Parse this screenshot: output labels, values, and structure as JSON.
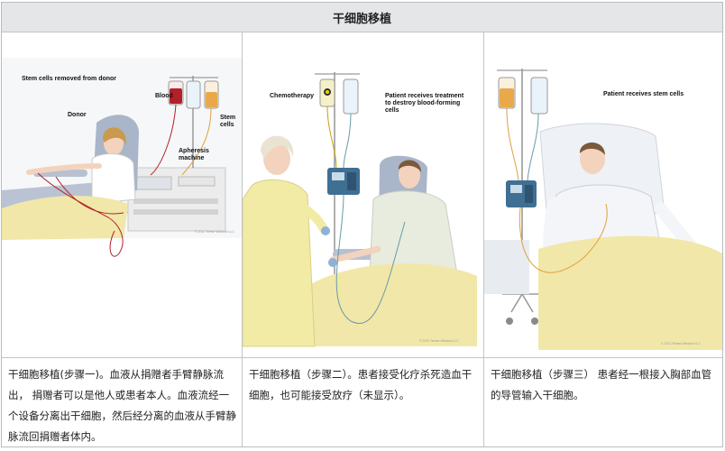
{
  "header": {
    "title": "干细胞移植"
  },
  "panels": [
    {
      "labels": {
        "top": "Stem cells removed from donor",
        "donor": "Donor",
        "blood": "Blood",
        "stem_line1": "Stem",
        "stem_line2": "cells",
        "apheresis_line1": "Apheresis",
        "apheresis_line2": "machine"
      },
      "copyright": "© 2011 Terese Winslow LLC",
      "caption": "干细胞移植(步骤一)。血液从捐赠者手臂静脉流出， 捐赠者可以是他人或患者本人。血液流经一个设备分离出干细胞，然后经分离的血液从手臂静脉流回捐赠者体内。"
    },
    {
      "labels": {
        "chemo": "Chemotherapy",
        "receives_line1": "Patient receives treatment",
        "receives_line2": "to destroy blood-forming",
        "receives_line3": "cells"
      },
      "copyright": "© 2011 Terese Winslow LLC",
      "caption": "干细胞移植（步骤二）。患者接受化疗杀死造血干细胞，也可能接受放疗（未显示）。"
    },
    {
      "labels": {
        "receives": "Patient receives stem cells"
      },
      "copyright": "© 2011 Terese Winslow LLC",
      "caption": "干细胞移植（步骤三） 患者经一根接入胸部血管的导管输入干细胞。"
    }
  ],
  "colors": {
    "header_bg": "#e5e6e7",
    "border": "#c2c4c7",
    "blanket": "#f1e7a8",
    "chair": "#a9b5c9",
    "blood": "#b3202a",
    "stem_bag": "#e9a94a",
    "pump": "#3f6f93"
  }
}
